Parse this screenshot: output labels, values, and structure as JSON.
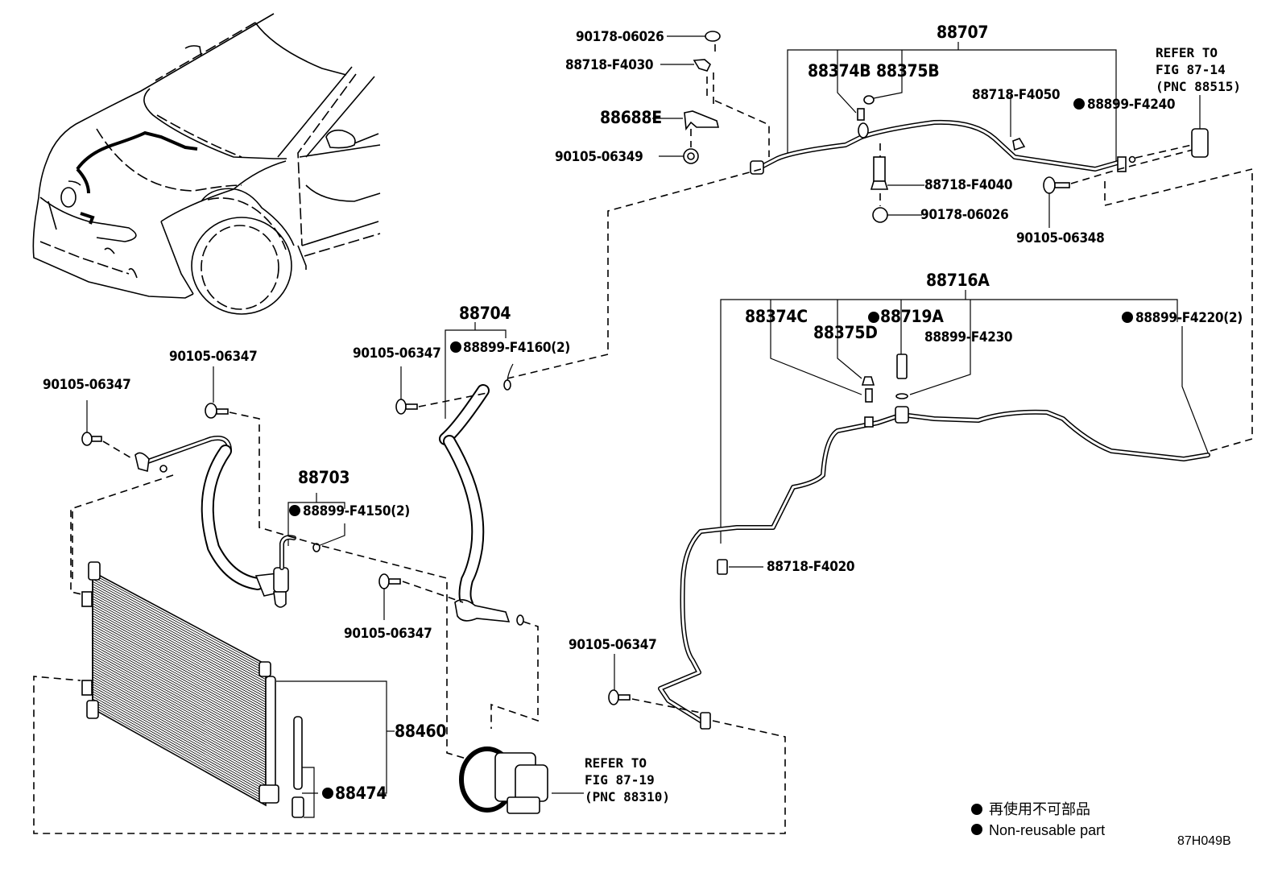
{
  "figure_code": "87H049B",
  "legend": {
    "items": [
      {
        "symbol": "filled-circle",
        "text": "再使用不可部品"
      },
      {
        "symbol": "filled-circle",
        "text": "Non-reusable part"
      }
    ]
  },
  "parts": {
    "p90178_06026_top": "90178-06026",
    "p88718_F4030": "88718-F4030",
    "p88688E": "88688E",
    "p90105_06349": "90105-06349",
    "p88707": "88707",
    "p88374B": "88374B",
    "p88375B": "88375B",
    "p88718_F4050": "88718-F4050",
    "p88899_F4240": "88899-F4240",
    "p88718_F4040": "88718-F4040",
    "p90178_06026_mid": "90178-06026",
    "p90105_06348": "90105-06348",
    "ref_8714": [
      "REFER TO",
      "FIG 87-14",
      "(PNC 88515)"
    ],
    "p88716A": "88716A",
    "p88374C": "88374C",
    "p88375D": "88375D",
    "p88719A": "88719A",
    "p88899_F4230": "88899-F4230",
    "p88899_F4220": "88899-F4220(2)",
    "p88718_F4020": "88718-F4020",
    "p88704": "88704",
    "p88899_F4160": "88899-F4160(2)",
    "p90105_06347_a": "90105-06347",
    "p90105_06347_b": "90105-06347",
    "p90105_06347_c": "90105-06347",
    "p90105_06347_d": "90105-06347",
    "p90105_06347_e": "90105-06347",
    "p88703": "88703",
    "p88899_F4150": "88899-F4150(2)",
    "p88460": "88460",
    "p88474": "88474",
    "ref_8719": [
      "REFER TO",
      "FIG 87-19",
      "(PNC 88310)"
    ]
  },
  "non_reusable_parts": [
    "88899-F4240",
    "88719A",
    "88899-F4220(2)",
    "88899-F4160(2)",
    "88899-F4150(2)",
    "88474"
  ]
}
